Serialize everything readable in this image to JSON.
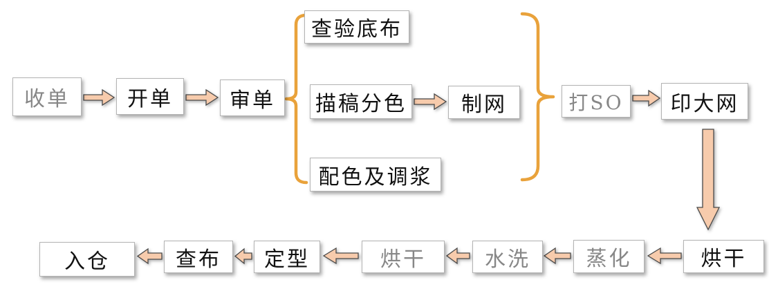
{
  "colors": {
    "arrow_fill": "#F7CBAC",
    "arrow_stroke": "#4a4a4a",
    "brace": "#E9A23B",
    "box_border": "#b3b3b3",
    "text_black": "#111111",
    "text_gray": "#878787"
  },
  "nodes": {
    "receive_order": {
      "label": "收单",
      "text_style": "gray"
    },
    "create_order": {
      "label": "开单",
      "text_style": "black"
    },
    "review_order": {
      "label": "审单",
      "text_style": "black"
    },
    "inspect_base_fabric": {
      "label": "查验底布",
      "text_style": "black"
    },
    "trace_color_sep": {
      "label": "描稿分色",
      "text_style": "black"
    },
    "make_screen": {
      "label": "制网",
      "text_style": "black"
    },
    "color_match_paste": {
      "label": "配色及调浆",
      "text_style": "black"
    },
    "print_so": {
      "label": "打SO",
      "text_style": "gray"
    },
    "print_large_screen": {
      "label": "印大网",
      "text_style": "black"
    },
    "dry_after_print": {
      "label": "烘干",
      "text_style": "black"
    },
    "steam": {
      "label": "蒸化",
      "text_style": "gray"
    },
    "wash": {
      "label": "水洗",
      "text_style": "gray"
    },
    "dry_after_wash": {
      "label": "烘干",
      "text_style": "gray"
    },
    "heat_setting": {
      "label": "定型",
      "text_style": "black"
    },
    "inspect_fabric": {
      "label": "查布",
      "text_style": "black"
    },
    "warehouse": {
      "label": "入仓",
      "text_style": "black"
    }
  },
  "flow_note": "收单→开单→审单→{查验底布 / 描稿分色→制网 / 配色及调浆}→打SO→印大网→烘干→蒸化→水洗→烘干→定型→查布→入仓"
}
